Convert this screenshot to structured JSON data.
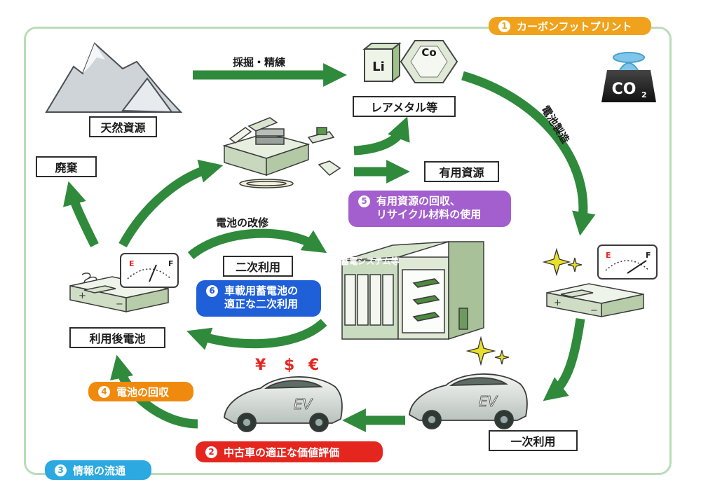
{
  "step_labels": {
    "natural_resources": "天然資源",
    "rare_metals": "レアメタル等",
    "disposal": "廃棄",
    "useful_resources": "有用資源",
    "secondary_use": "二次利用",
    "used_battery": "利用後電池",
    "primary_use": "一次利用"
  },
  "arrow_labels": {
    "mining_refining": "採掘・精練",
    "battery_manufacturing": "電池製造",
    "battery_modification": "電池の改修"
  },
  "badges": {
    "carbon_footprint": {
      "num": "1",
      "text": "カーボンフットプリント",
      "color": "#f0a21c"
    },
    "used_car_valuation": {
      "num": "2",
      "text": "中古車の適正な価値評価",
      "color": "#e5261f"
    },
    "info_flow": {
      "num": "3",
      "text": "情報の流通",
      "color": "#2ba9e0"
    },
    "battery_collection": {
      "num": "4",
      "text": "電池の回収",
      "color": "#ef8a0e"
    },
    "resource_recovery": {
      "num": "5",
      "lines": [
        "有用資源の回収、",
        "リサイクル材料の使用"
      ],
      "color": "#a35fcd"
    },
    "secondary_use_proper": {
      "num": "6",
      "lines": [
        "車載用蓄電池の",
        "適正な二次利用"
      ],
      "color": "#1f5fd8"
    }
  },
  "icons": {
    "co2": "CO",
    "co2_sub": "2",
    "lithium": "Li",
    "cobalt": "Co",
    "storage_system": "蓄電システム等",
    "ev": "EV",
    "currency": [
      "¥",
      "$",
      "€"
    ],
    "gauge_e": "E",
    "gauge_f": "F"
  },
  "colors": {
    "arrow": "#2f8a3b",
    "frame": "#b9dcb9",
    "tile": "#eaf2e2"
  }
}
